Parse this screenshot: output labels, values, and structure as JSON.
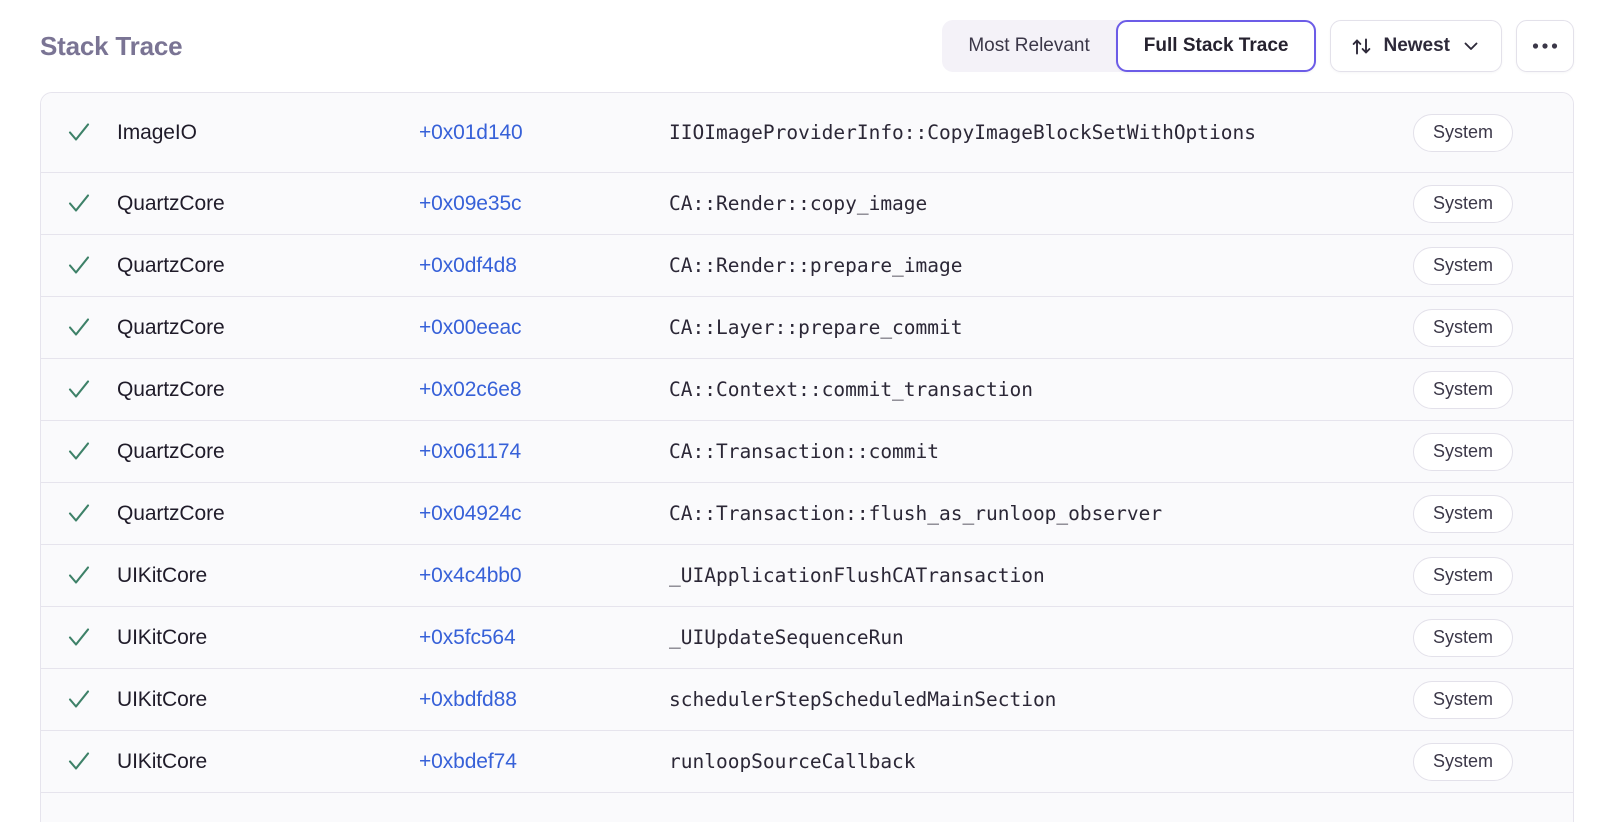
{
  "header": {
    "title": "Stack Trace",
    "segmented": {
      "options": [
        {
          "label": "Most Relevant",
          "selected": false
        },
        {
          "label": "Full Stack Trace",
          "selected": true
        }
      ]
    },
    "sort_button": {
      "label": "Newest",
      "leading_icon": "sort-arrows-icon",
      "trailing_icon": "chevron-down-icon"
    },
    "more_button": {
      "icon": "ellipsis-icon",
      "label": "..."
    }
  },
  "colors": {
    "accent_purple": "#6c5ce7",
    "title_purple": "#7a7494",
    "offset_blue": "#3761d8",
    "check_green": "#3d8168",
    "row_bg": "#fafafc",
    "border": "#e6e4ed"
  },
  "table": {
    "rows": [
      {
        "checked": true,
        "module": "ImageIO",
        "offset": "+0x01d140",
        "function": "IIOImageProviderInfo::CopyImageBlockSetWithOptions",
        "badge": "System",
        "tall": true
      },
      {
        "checked": true,
        "module": "QuartzCore",
        "offset": "+0x09e35c",
        "function": "CA::Render::copy_image",
        "badge": "System",
        "tall": false
      },
      {
        "checked": true,
        "module": "QuartzCore",
        "offset": "+0x0df4d8",
        "function": "CA::Render::prepare_image",
        "badge": "System",
        "tall": false
      },
      {
        "checked": true,
        "module": "QuartzCore",
        "offset": "+0x00eeac",
        "function": "CA::Layer::prepare_commit",
        "badge": "System",
        "tall": false
      },
      {
        "checked": true,
        "module": "QuartzCore",
        "offset": "+0x02c6e8",
        "function": "CA::Context::commit_transaction",
        "badge": "System",
        "tall": false
      },
      {
        "checked": true,
        "module": "QuartzCore",
        "offset": "+0x061174",
        "function": "CA::Transaction::commit",
        "badge": "System",
        "tall": false
      },
      {
        "checked": true,
        "module": "QuartzCore",
        "offset": "+0x04924c",
        "function": "CA::Transaction::flush_as_runloop_observer",
        "badge": "System",
        "tall": false
      },
      {
        "checked": true,
        "module": "UIKitCore",
        "offset": "+0x4c4bb0",
        "function": "_UIApplicationFlushCATransaction",
        "badge": "System",
        "tall": false
      },
      {
        "checked": true,
        "module": "UIKitCore",
        "offset": "+0x5fc564",
        "function": "_UIUpdateSequenceRun",
        "badge": "System",
        "tall": false
      },
      {
        "checked": true,
        "module": "UIKitCore",
        "offset": "+0xbdfd88",
        "function": "schedulerStepScheduledMainSection",
        "badge": "System",
        "tall": false
      },
      {
        "checked": true,
        "module": "UIKitCore",
        "offset": "+0xbdef74",
        "function": "runloopSourceCallback",
        "badge": "System",
        "tall": false
      }
    ]
  }
}
